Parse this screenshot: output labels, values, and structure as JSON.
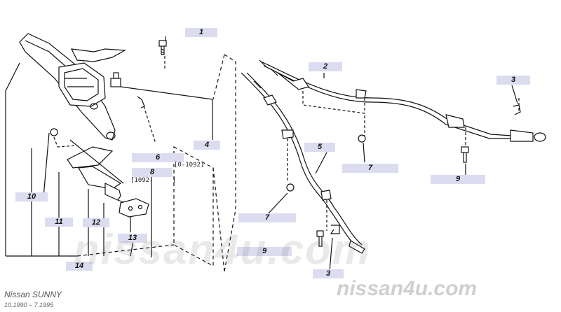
{
  "callouts": {
    "c1": "1",
    "c2": "2",
    "c3a": "3",
    "c3b": "3",
    "c4": "4",
    "c5": "5",
    "c6": "6",
    "c7a": "7",
    "c7b": "7",
    "c8": "8",
    "c9a": "9",
    "c9b": "9",
    "c10": "10",
    "c11": "11",
    "c12": "12",
    "c13": "13",
    "c14": "14"
  },
  "date_codes": {
    "item6": "[0-1092]",
    "item8": "[1092-     ]"
  },
  "footer": {
    "brand": "Nissan SUNNY",
    "years": "10.1990 – 7.1995"
  },
  "watermark": {
    "large": "nissan4u.com",
    "small": "nissan4u.com"
  }
}
